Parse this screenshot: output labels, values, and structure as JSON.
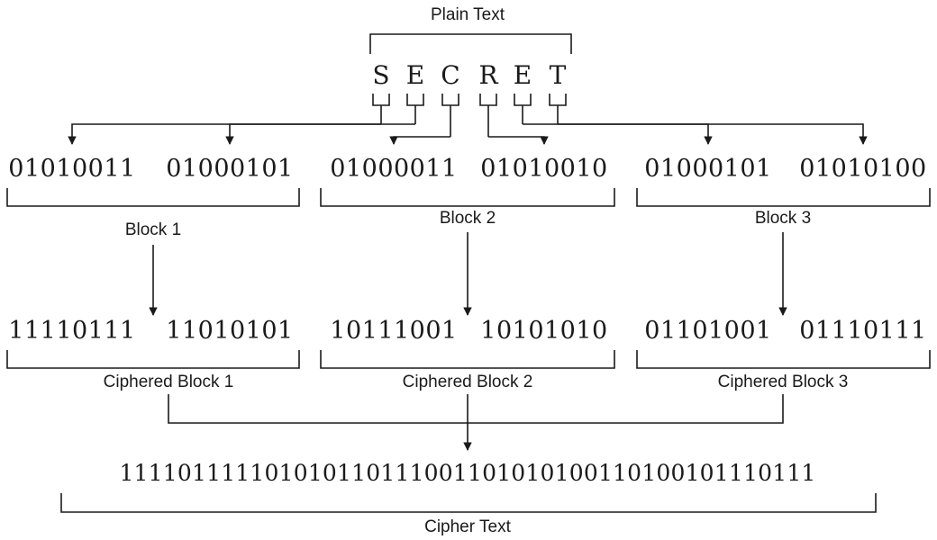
{
  "diagram": {
    "title_top": "Plain Text",
    "title_bottom": "Cipher Text",
    "plain_text_letters": [
      "S",
      "E",
      "C",
      "R",
      "E",
      "T"
    ],
    "plain_binary_groups": [
      "01010011",
      "01000101",
      "01000011",
      "01010010",
      "01000101",
      "01010100"
    ],
    "block_labels": [
      "Block 1",
      "Block 2",
      "Block 3"
    ],
    "ciphered_binary_groups": [
      "11110111",
      "11010101",
      "10111001",
      "10101010",
      "01101001",
      "01110111"
    ],
    "ciphered_block_labels": [
      "Ciphered Block 1",
      "Ciphered Block 2",
      "Ciphered Block 3"
    ],
    "cipher_text_stream": "111101111101010110111001101010100110100101110111",
    "colors": {
      "stroke": "#1a1a1a",
      "background": "#ffffff",
      "text": "#1a1a1a"
    }
  }
}
